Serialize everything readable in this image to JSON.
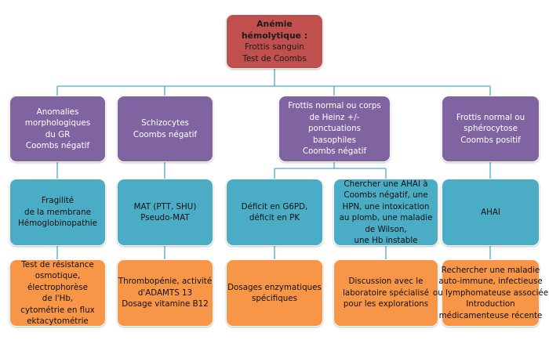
{
  "root": {
    "title_lines": [
      "Anémie",
      "hémolytique :"
    ],
    "lines": [
      "Frottis sanguin",
      "Test de Coombs"
    ]
  },
  "level1": [
    {
      "lines": [
        "Anomalies",
        "morphologiques",
        "du GR",
        "Coombs négatif"
      ]
    },
    {
      "lines": [
        "Schizocytes",
        "Coombs négatif"
      ]
    },
    {
      "lines": [
        "Frottis normal ou corps",
        "de Heinz +/-",
        "ponctuations",
        "basophiles",
        "Coombs négatif"
      ]
    },
    {
      "lines": [
        "Frottis normal ou",
        "sphérocytose",
        "Coombs positif"
      ]
    }
  ],
  "level2": [
    {
      "lines": [
        "Fragilité",
        "de la membrane",
        "Hémoglobinopathie"
      ]
    },
    {
      "lines": [
        "MAT (PTT, SHU)",
        "Pseudo-MAT"
      ]
    },
    {
      "lines": [
        "Déficit en G6PD,",
        "déficit en PK"
      ]
    },
    {
      "lines": [
        "Chercher une AHAI à",
        "Coombs négatif, une",
        "HPN, une intoxication",
        "au plomb, une maladie",
        "de Wilson,",
        "une Hb instable"
      ]
    },
    {
      "lines": [
        "AHAI"
      ]
    }
  ],
  "level3": [
    {
      "lines": [
        "Test de résistance",
        "osmotique,",
        "électrophorèse",
        "de l'Hb,",
        "cytométrie en flux",
        "ektacytométrie"
      ]
    },
    {
      "lines": [
        "Thrombopénie, activité",
        "d'ADAMTS 13",
        "Dosage vitamine B12"
      ]
    },
    {
      "lines": [
        "Dosages enzymatiques",
        "spécifiques"
      ]
    },
    {
      "lines": [
        "Discussion avec le",
        "laboratoire spécialisé",
        "pour les explorations"
      ]
    },
    {
      "lines": [
        "Rechercher une maladie",
        "auto-immune, infectieuse",
        "ou lymphomateuse associée",
        "Introduction",
        "médicamenteuse récente"
      ]
    }
  ],
  "colors": {
    "root": "#c0504d",
    "level1": "#8064a2",
    "level2": "#4bacc6",
    "level3": "#f79646",
    "connector": "#4bacc6"
  }
}
